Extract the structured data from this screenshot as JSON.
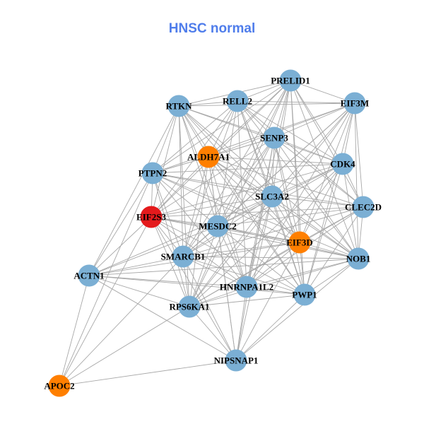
{
  "title": "HNSC normal",
  "colors": {
    "default": "#7BAFD4",
    "orange": "#FF7F00",
    "red": "#E41A1C",
    "edge": "#A8A8A8",
    "title": "#4F7DEB"
  },
  "nodes": [
    {
      "name": "PRELID1",
      "color": "default"
    },
    {
      "name": "RELL2",
      "color": "default"
    },
    {
      "name": "RTKN",
      "color": "default"
    },
    {
      "name": "EIF3M",
      "color": "default"
    },
    {
      "name": "SENP3",
      "color": "default"
    },
    {
      "name": "ALDH7A1",
      "color": "orange"
    },
    {
      "name": "CDK4",
      "color": "default"
    },
    {
      "name": "PTPN2",
      "color": "default"
    },
    {
      "name": "SLC3A2",
      "color": "default"
    },
    {
      "name": "CLEC2D",
      "color": "default"
    },
    {
      "name": "EIF2S3",
      "color": "red"
    },
    {
      "name": "MESDC2",
      "color": "default"
    },
    {
      "name": "EIF3D",
      "color": "orange"
    },
    {
      "name": "SMARCB1",
      "color": "default"
    },
    {
      "name": "NOB1",
      "color": "default"
    },
    {
      "name": "ACTN1",
      "color": "default"
    },
    {
      "name": "HNRNPA1L2",
      "color": "default"
    },
    {
      "name": "PWP1",
      "color": "default"
    },
    {
      "name": "RPS6KA1",
      "color": "default"
    },
    {
      "name": "NIPSNAP1",
      "color": "default"
    },
    {
      "name": "APOC2",
      "color": "orange"
    }
  ],
  "adjacency": {
    "PRELID1": [
      "RELL2",
      "RTKN",
      "EIF3M",
      "SENP3",
      "ALDH7A1",
      "CDK4",
      "PTPN2",
      "SLC3A2",
      "CLEC2D",
      "EIF2S3",
      "MESDC2",
      "EIF3D",
      "SMARCB1",
      "NOB1",
      "HNRNPA1L2",
      "PWP1",
      "RPS6KA1"
    ],
    "RELL2": [
      "RTKN",
      "EIF3M",
      "SENP3",
      "ALDH7A1",
      "CDK4",
      "PTPN2",
      "SLC3A2",
      "CLEC2D",
      "EIF2S3",
      "MESDC2",
      "EIF3D",
      "SMARCB1",
      "NOB1",
      "HNRNPA1L2",
      "PWP1"
    ],
    "RTKN": [
      "EIF3M",
      "SENP3",
      "ALDH7A1",
      "CDK4",
      "PTPN2",
      "SLC3A2",
      "EIF2S3",
      "MESDC2",
      "EIF3D",
      "SMARCB1",
      "ACTN1",
      "HNRNPA1L2",
      "PWP1",
      "RPS6KA1",
      "NOB1"
    ],
    "EIF3M": [
      "SENP3",
      "ALDH7A1",
      "CDK4",
      "PTPN2",
      "SLC3A2",
      "CLEC2D",
      "MESDC2",
      "EIF3D",
      "SMARCB1",
      "NOB1",
      "HNRNPA1L2",
      "PWP1",
      "RPS6KA1"
    ],
    "SENP3": [
      "ALDH7A1",
      "CDK4",
      "PTPN2",
      "SLC3A2",
      "CLEC2D",
      "EIF2S3",
      "MESDC2",
      "EIF3D",
      "SMARCB1",
      "NOB1",
      "HNRNPA1L2",
      "PWP1",
      "RPS6KA1",
      "NIPSNAP1"
    ],
    "ALDH7A1": [
      "CDK4",
      "PTPN2",
      "SLC3A2",
      "CLEC2D",
      "EIF2S3",
      "MESDC2",
      "EIF3D",
      "SMARCB1",
      "NOB1",
      "HNRNPA1L2",
      "PWP1",
      "RPS6KA1",
      "NIPSNAP1"
    ],
    "CDK4": [
      "PTPN2",
      "SLC3A2",
      "CLEC2D",
      "EIF2S3",
      "MESDC2",
      "EIF3D",
      "SMARCB1",
      "NOB1",
      "HNRNPA1L2",
      "PWP1",
      "RPS6KA1"
    ],
    "PTPN2": [
      "SLC3A2",
      "CLEC2D",
      "EIF2S3",
      "MESDC2",
      "EIF3D",
      "SMARCB1",
      "ACTN1",
      "HNRNPA1L2",
      "RPS6KA1",
      "APOC2",
      "NOB1"
    ],
    "SLC3A2": [
      "CLEC2D",
      "EIF2S3",
      "MESDC2",
      "EIF3D",
      "SMARCB1",
      "NOB1",
      "ACTN1",
      "HNRNPA1L2",
      "PWP1",
      "RPS6KA1",
      "NIPSNAP1"
    ],
    "CLEC2D": [
      "EIF2S3",
      "MESDC2",
      "EIF3D",
      "SMARCB1",
      "NOB1",
      "HNRNPA1L2",
      "PWP1",
      "RPS6KA1"
    ],
    "EIF2S3": [
      "MESDC2",
      "EIF3D",
      "SMARCB1",
      "NOB1",
      "ACTN1",
      "HNRNPA1L2",
      "PWP1",
      "RPS6KA1",
      "NIPSNAP1",
      "APOC2"
    ],
    "MESDC2": [
      "EIF3D",
      "SMARCB1",
      "NOB1",
      "ACTN1",
      "HNRNPA1L2",
      "PWP1",
      "RPS6KA1",
      "NIPSNAP1"
    ],
    "EIF3D": [
      "SMARCB1",
      "NOB1",
      "ACTN1",
      "HNRNPA1L2",
      "PWP1",
      "RPS6KA1",
      "NIPSNAP1"
    ],
    "SMARCB1": [
      "NOB1",
      "ACTN1",
      "HNRNPA1L2",
      "PWP1",
      "RPS6KA1",
      "NIPSNAP1",
      "APOC2"
    ],
    "NOB1": [
      "ACTN1",
      "HNRNPA1L2",
      "PWP1",
      "RPS6KA1",
      "NIPSNAP1"
    ],
    "ACTN1": [
      "HNRNPA1L2",
      "PWP1",
      "RPS6KA1",
      "NIPSNAP1",
      "APOC2"
    ],
    "HNRNPA1L2": [
      "PWP1",
      "RPS6KA1",
      "NIPSNAP1"
    ],
    "PWP1": [
      "RPS6KA1",
      "NIPSNAP1"
    ],
    "RPS6KA1": [
      "NIPSNAP1",
      "APOC2"
    ],
    "NIPSNAP1": [
      "APOC2"
    ]
  }
}
